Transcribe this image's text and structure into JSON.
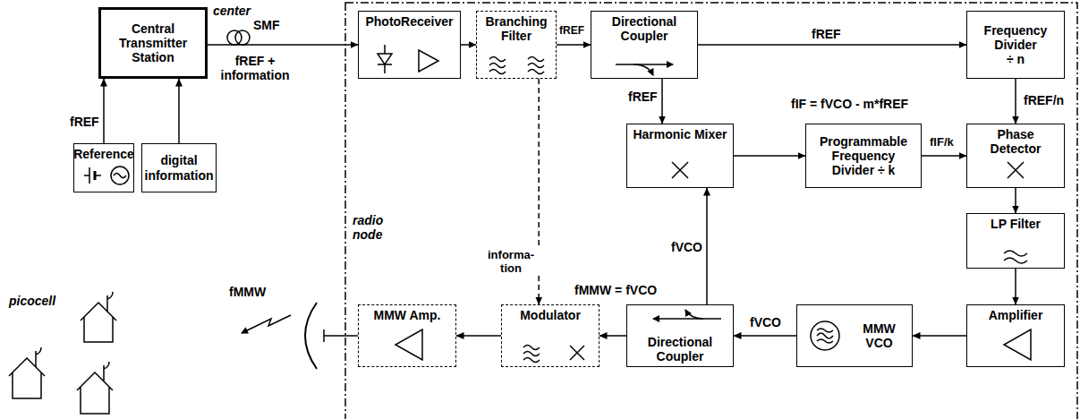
{
  "diagram": {
    "nodes": [
      {
        "text": [
          "Central Transmitter Station"
        ]
      },
      {
        "text": [
          "Reference"
        ]
      },
      {
        "text": [
          "digital information"
        ]
      },
      {
        "text": [
          "PhotoReceiver"
        ]
      },
      {
        "text": [
          "Branching Filter"
        ]
      },
      {
        "text": [
          "Directional Coupler"
        ]
      },
      {
        "text": [
          "Frequency Divider",
          "÷ n"
        ]
      },
      {
        "text": [
          "Harmonic Mixer"
        ]
      },
      {
        "text": [
          "Programmable Frequency Divider ÷ k"
        ]
      },
      {
        "text": [
          "Phase Detector"
        ]
      },
      {
        "text": [
          "LP Filter"
        ]
      },
      {
        "text": [
          "Amplifier"
        ]
      },
      {
        "text": [
          "MMW VCO"
        ]
      },
      {
        "text": [
          "Directional Coupler"
        ]
      },
      {
        "text": [
          "Modulator"
        ]
      },
      {
        "text": [
          "MMW Amp."
        ]
      }
    ],
    "edges": [
      {
        "from": 1,
        "to": 0,
        "arrow": "to",
        "label": "fREF"
      },
      {
        "from": 2,
        "to": 0,
        "arrow": "to"
      },
      {
        "from": 0,
        "to": 3,
        "arrow": "to",
        "label": "fREF + information"
      },
      {
        "from": 3,
        "to": 4,
        "arrow": "to"
      },
      {
        "from": 4,
        "to": 5,
        "arrow": "to",
        "label": "fREF"
      },
      {
        "from": 5,
        "to": 6,
        "arrow": "to",
        "label": "fREF"
      },
      {
        "from": 5,
        "to": 7,
        "arrow": "to",
        "label": "fREF"
      },
      {
        "from": 6,
        "to": 9,
        "arrow": "to",
        "label": "fREF/n"
      },
      {
        "from": 7,
        "to": 8,
        "arrow": "to",
        "label": "fIF = fVCO - m*fREF"
      },
      {
        "from": 8,
        "to": 9,
        "arrow": "to",
        "label": "fIF/k"
      },
      {
        "from": 9,
        "to": 10,
        "arrow": "to"
      },
      {
        "from": 10,
        "to": 11,
        "arrow": "to"
      },
      {
        "from": 11,
        "to": 12,
        "arrow": "to"
      },
      {
        "from": 12,
        "to": 13,
        "arrow": "to",
        "label": "fVCO"
      },
      {
        "from": 13,
        "to": 7,
        "arrow": "to",
        "label": "fVCO"
      },
      {
        "from": 13,
        "to": 14,
        "arrow": "to"
      },
      {
        "from": 14,
        "to": 15,
        "arrow": "to"
      },
      {
        "from": 4,
        "to": 14,
        "arrow": "to",
        "label": "informa- tion"
      }
    ],
    "labels": [
      "center",
      "SMF",
      "radio node",
      "picocell",
      "fMMW",
      "fMMW = fVCO"
    ]
  }
}
